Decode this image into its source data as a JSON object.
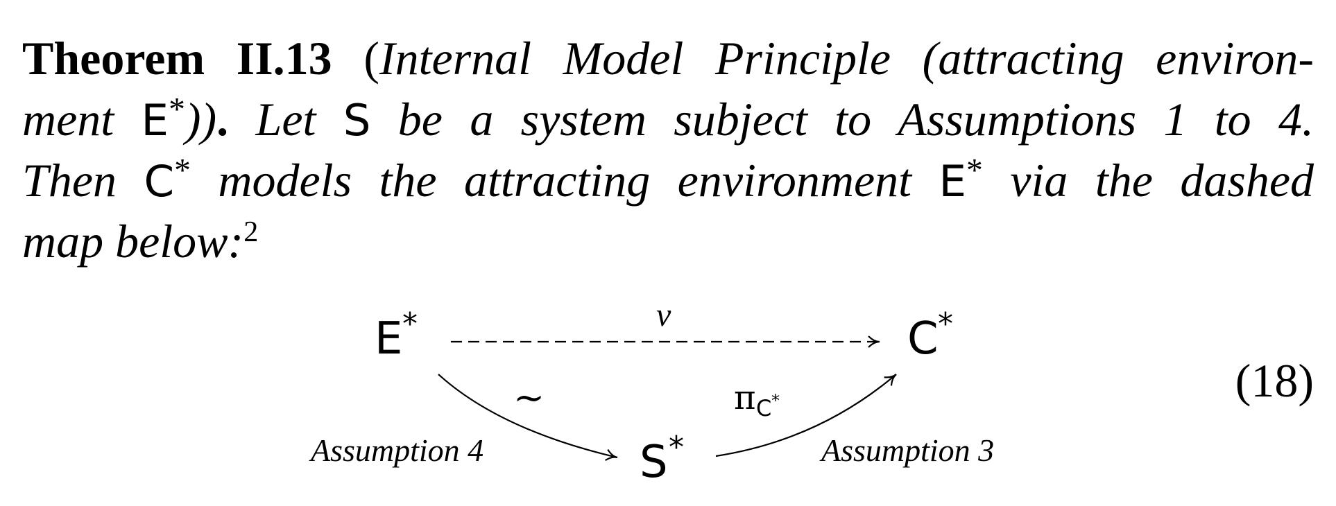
{
  "theorem": {
    "label": "Theorem II.13",
    "open_paren": "(",
    "name_part1": "Internal Model Principle (attracting environ-",
    "name_part2": "ment",
    "name_env": "E",
    "star": "*",
    "name_close": "))",
    "period": ".",
    "line2_italic": "Let",
    "system": "S",
    "line2_rest": "be a system subject to Assumptions 1 to 4.",
    "line3_then": "Then",
    "controller": "C",
    "line3_mid": "models the attracting environment",
    "line3_end": "via the dashed",
    "line4": "map below:",
    "footnote_mark": "2"
  },
  "diagram": {
    "nodes": {
      "E_star": {
        "base": "E",
        "sup": "*"
      },
      "C_star": {
        "base": "C",
        "sup": "*"
      },
      "S_star": {
        "base": "S",
        "sup": "*"
      }
    },
    "arrows": {
      "dashed_label": "ν",
      "iso_label": "~",
      "proj_label": "π",
      "proj_sub": "C",
      "proj_sub_sup": "*",
      "left_caption": "Assumption 4",
      "right_caption": "Assumption 3"
    },
    "equation_number": "(18)"
  }
}
